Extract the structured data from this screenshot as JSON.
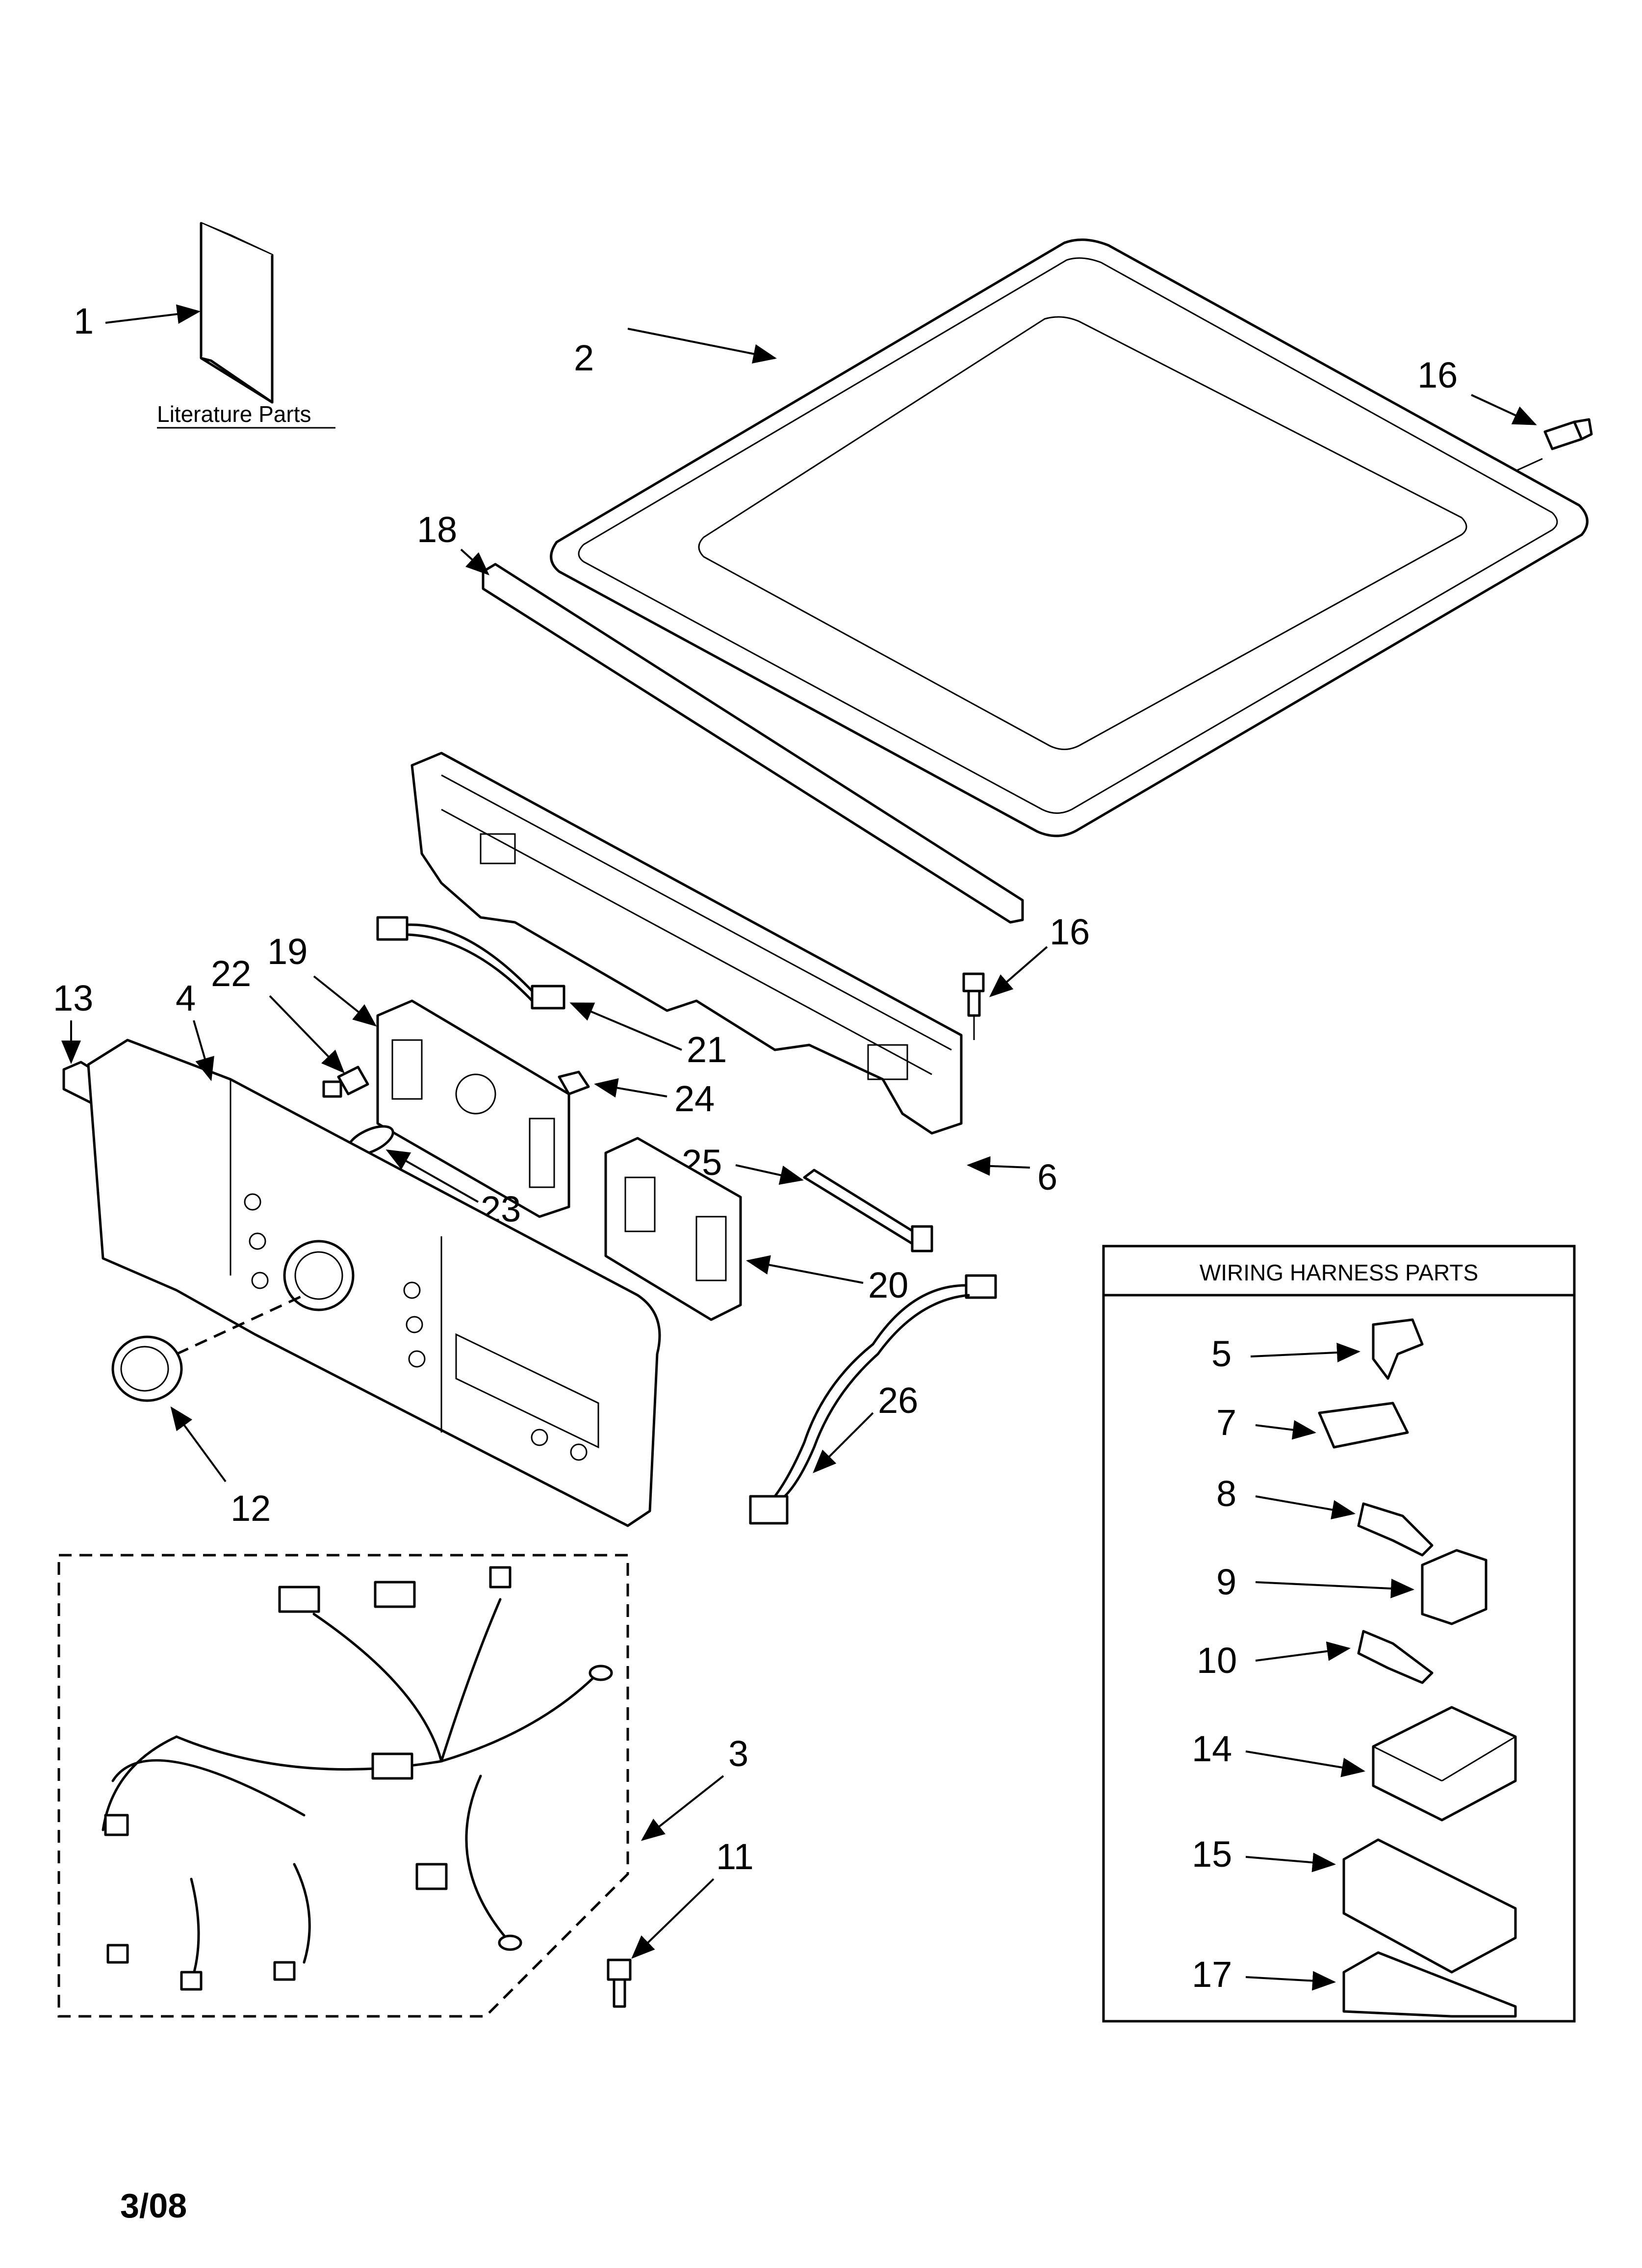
{
  "literature": {
    "label": "Literature Parts"
  },
  "wiring_box": {
    "title": "WIRING HARNESS PARTS"
  },
  "callouts": {
    "c1": "1",
    "c2": "2",
    "c3": "3",
    "c4": "4",
    "c5": "5",
    "c6": "6",
    "c7": "7",
    "c8": "8",
    "c9": "9",
    "c10": "10",
    "c11": "11",
    "c12": "12",
    "c13": "13",
    "c14": "14",
    "c15": "15",
    "c16a": "16",
    "c16b": "16",
    "c17": "17",
    "c18": "18",
    "c19": "19",
    "c20": "20",
    "c21": "21",
    "c22": "22",
    "c23": "23",
    "c24": "24",
    "c25": "25",
    "c26": "26"
  },
  "footer": {
    "date": "3/08"
  }
}
